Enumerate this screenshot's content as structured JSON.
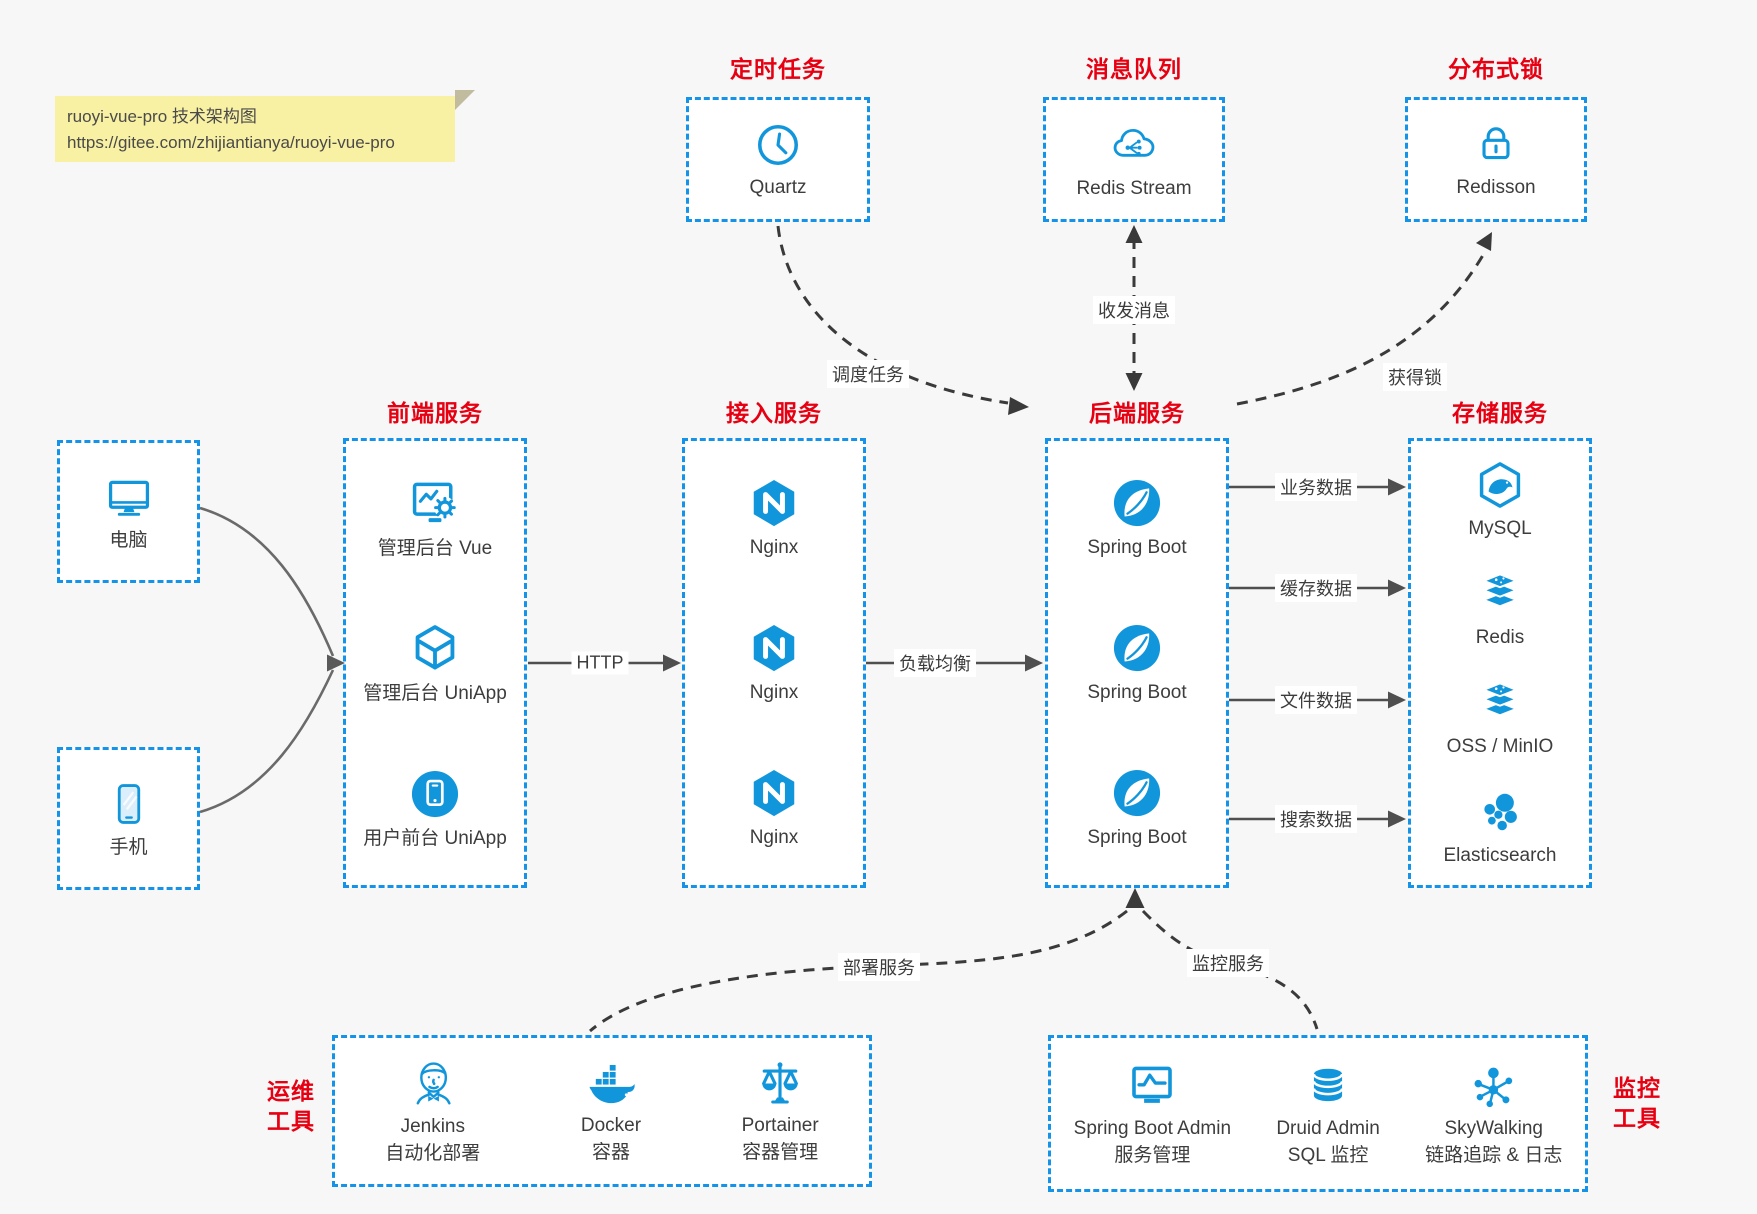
{
  "note": {
    "title": "ruoyi-vue-pro 技术架构图",
    "url": "https://gitee.com/zhijiantianya/ruoyi-vue-pro"
  },
  "colors": {
    "icon_blue": "#1296db",
    "border_blue": "#1593e8",
    "title_red": "#e60012",
    "canvas_bg": "#f7f7f7",
    "note_bg": "#f8f0a2",
    "arrow_dark": "#4f4f4f",
    "dashed_dark": "#3a3a3a"
  },
  "top_groups": {
    "scheduled": {
      "title": "定时任务",
      "item": {
        "icon": "clock-icon",
        "label": "Quartz"
      }
    },
    "mq": {
      "title": "消息队列",
      "item": {
        "icon": "cloud-network-icon",
        "label": "Redis Stream"
      }
    },
    "lock": {
      "title": "分布式锁",
      "item": {
        "icon": "lock-icon",
        "label": "Redisson"
      }
    }
  },
  "clients": {
    "pc": {
      "icon": "desktop-icon",
      "label": "电脑"
    },
    "phone": {
      "icon": "smartphone-icon",
      "label": "手机"
    }
  },
  "columns": {
    "frontend": {
      "title": "前端服务",
      "items": [
        {
          "icon": "admin-vue-icon",
          "label": "管理后台 Vue"
        },
        {
          "icon": "uniapp-cube-icon",
          "label": "管理后台 UniApp"
        },
        {
          "icon": "mobile-app-icon",
          "label": "用户前台 UniApp"
        }
      ]
    },
    "gateway": {
      "title": "接入服务",
      "items": [
        {
          "icon": "nginx-icon",
          "label": "Nginx"
        },
        {
          "icon": "nginx-icon",
          "label": "Nginx"
        },
        {
          "icon": "nginx-icon",
          "label": "Nginx"
        }
      ]
    },
    "backend": {
      "title": "后端服务",
      "items": [
        {
          "icon": "spring-boot-icon",
          "label": "Spring Boot"
        },
        {
          "icon": "spring-boot-icon",
          "label": "Spring Boot"
        },
        {
          "icon": "spring-boot-icon",
          "label": "Spring Boot"
        }
      ]
    },
    "storage": {
      "title": "存储服务",
      "items": [
        {
          "icon": "mysql-icon",
          "label": "MySQL"
        },
        {
          "icon": "redis-stack-icon",
          "label": "Redis"
        },
        {
          "icon": "oss-stack-icon",
          "label": "OSS / MinIO"
        },
        {
          "icon": "elasticsearch-icon",
          "label": "Elasticsearch"
        }
      ]
    }
  },
  "bottom_groups": {
    "ops": {
      "title_line1": "运维",
      "title_line2": "工具",
      "items": [
        {
          "icon": "jenkins-icon",
          "label": "Jenkins",
          "sublabel": "自动化部署"
        },
        {
          "icon": "docker-icon",
          "label": "Docker",
          "sublabel": "容器"
        },
        {
          "icon": "portainer-icon",
          "label": "Portainer",
          "sublabel": "容器管理"
        }
      ]
    },
    "monitoring": {
      "title_line1": "监控",
      "title_line2": "工具",
      "items": [
        {
          "icon": "spring-boot-admin-icon",
          "label": "Spring Boot Admin",
          "sublabel": "服务管理"
        },
        {
          "icon": "druid-icon",
          "label": "Druid Admin",
          "sublabel": "SQL 监控"
        },
        {
          "icon": "skywalking-icon",
          "label": "SkyWalking",
          "sublabel": "链路追踪 & 日志"
        }
      ]
    }
  },
  "edge_labels": {
    "http": "HTTP",
    "load_balance": "负载均衡",
    "business_data": "业务数据",
    "cache_data": "缓存数据",
    "file_data": "文件数据",
    "search_data": "搜索数据",
    "schedule_task": "调度任务",
    "send_receive_message": "收发消息",
    "acquire_lock": "获得锁",
    "deploy_service": "部署服务",
    "monitor_service": "监控服务"
  }
}
